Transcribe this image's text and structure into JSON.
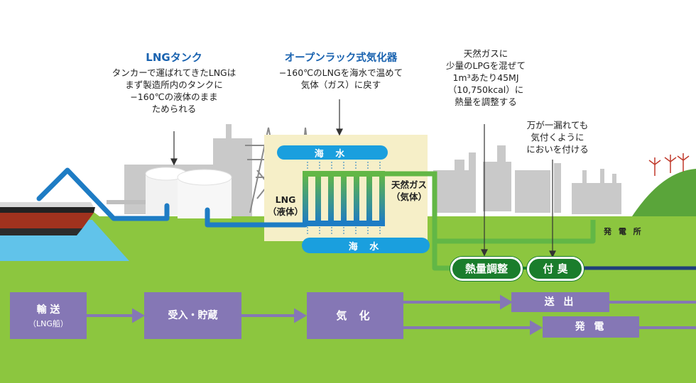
{
  "lng_tank": {
    "title": "LNGタンク",
    "lines": [
      "タンカーで運ばれてきたLNGは",
      "まず製造所内のタンクに",
      "−160℃の液体のまま",
      "ためられる"
    ]
  },
  "vaporizer": {
    "title": "オープンラック式気化器",
    "lines": [
      "−160℃のLNGを海水で温めて",
      "気体（ガス）に戻す"
    ],
    "seawater_top": "海 水",
    "seawater_bottom": "海 水",
    "lng_liquid": [
      "LNG",
      "（液体）"
    ],
    "gas_gas": [
      "天然ガス",
      "（気体）"
    ]
  },
  "calorie_note": {
    "lines": [
      "天然ガスに",
      "少量のLPGを混ぜて",
      "1m³あたり45MJ",
      "（10,750kcal）に",
      "熱量を調整する"
    ]
  },
  "odor_note": {
    "lines": [
      "万が一漏れても",
      "気付くように",
      "においを付ける"
    ]
  },
  "steps": {
    "calorie_adjust": "熱量調整",
    "odorize": "付 臭"
  },
  "power_plant_label": "発 電 所",
  "flow": {
    "transport": [
      "輸 送",
      "（LNG船）"
    ],
    "receive": "受入・貯蔵",
    "vaporize": "気 化",
    "send_out": "送 出",
    "generate": "発 電"
  },
  "colors": {
    "sky": "#ffffff",
    "ground": "#8cc63f",
    "sea": "#61c3ea",
    "pipe_blue": "#1e7cc4",
    "pipe_green": "#62b746",
    "flow_box": "#8577b5",
    "step_green": "#1a7d2c",
    "title_blue": "#1a63b0",
    "buildings": "#c4c4c4",
    "vaporizer_bg": "#f6efc8"
  }
}
